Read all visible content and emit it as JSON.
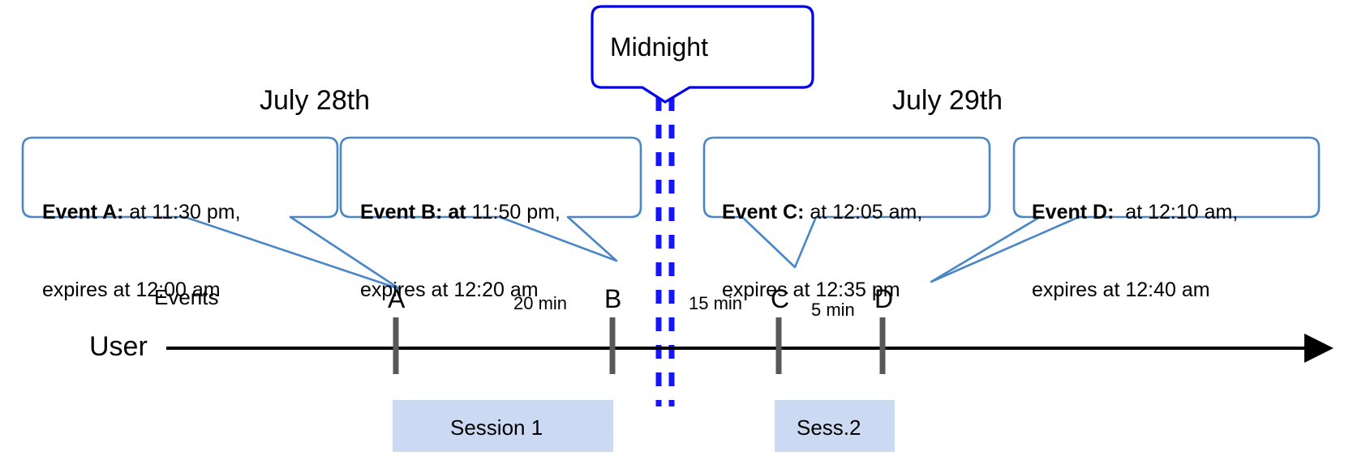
{
  "diagram": {
    "title_note": "Event expiry across midnight timeline",
    "colors": {
      "callout_border": "#4a86c8",
      "midnight_border": "#0000ee",
      "midnight_dash": "#1414ff",
      "session_fill": "#ccd9f2",
      "axis": "#000000",
      "marker": "#595959"
    },
    "dates": {
      "left": "July 28th",
      "right": "July 29th"
    },
    "midnight": {
      "label": "Midnight"
    },
    "axis": {
      "row_label_events": "Events",
      "row_label_user": "User"
    },
    "events": [
      {
        "id": "A",
        "letter": "A",
        "bold": "Event A:",
        "rest": " at 11:30 pm,",
        "line2": "expires at 12:00 am"
      },
      {
        "id": "B",
        "letter": "B",
        "bold": "Event B: at",
        "rest": " 11:50 pm,",
        "line2": "expires at 12:20 am"
      },
      {
        "id": "C",
        "letter": "C",
        "bold": "Event C:",
        "rest": " at 12:05 am,",
        "line2": "expires at 12:35 pm"
      },
      {
        "id": "D",
        "letter": "D",
        "bold": "Event D:",
        "rest": "  at 12:10 am,",
        "line2": "expires at 12:40 am"
      }
    ],
    "gaps": [
      {
        "id": "ab",
        "label": "20 min"
      },
      {
        "id": "bc",
        "label": "15 min"
      },
      {
        "id": "cd",
        "label": "5 min"
      }
    ],
    "sessions": [
      {
        "id": "s1",
        "label": "Session 1"
      },
      {
        "id": "s2",
        "label": "Sess.2"
      }
    ]
  }
}
